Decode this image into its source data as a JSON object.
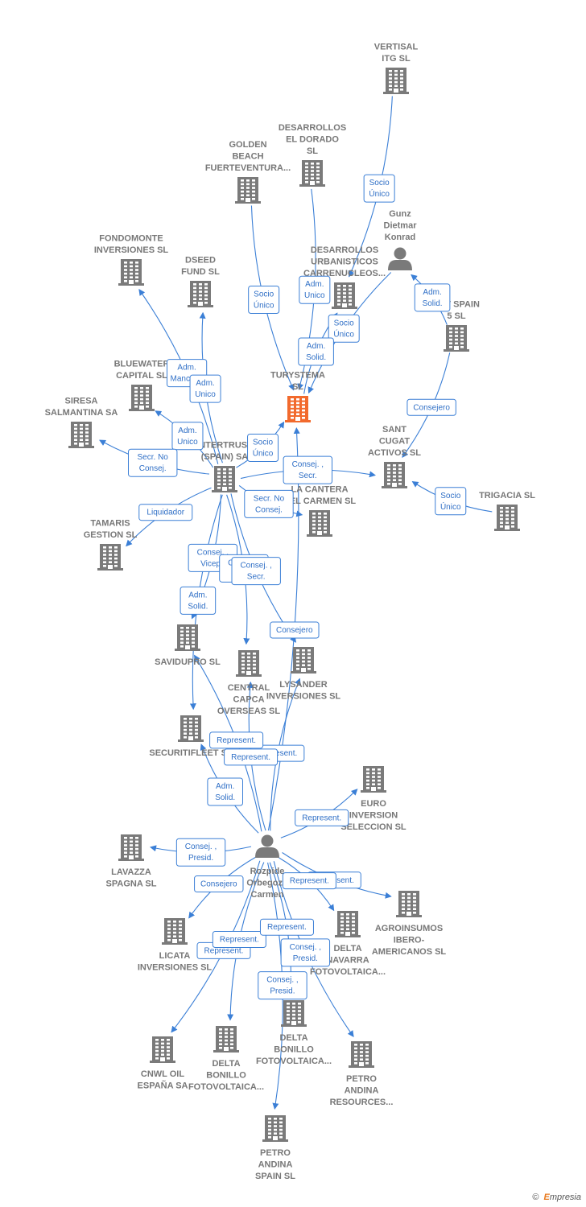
{
  "colors": {
    "building": "#7a7a7a",
    "building_highlight": "#f26a2d",
    "person": "#7a7a7a",
    "edge": "#3b7fd6",
    "label": "#777777",
    "brand_accent": "#e8791e"
  },
  "nodes": [
    {
      "id": "vertisal",
      "type": "building",
      "label": [
        "VERTISAL",
        "ITG  SL"
      ]
    },
    {
      "id": "desarrollos_dorado",
      "type": "building",
      "label": [
        "DESARROLLOS",
        "EL DORADO",
        "SL"
      ]
    },
    {
      "id": "golden_beach",
      "type": "building",
      "label": [
        "GOLDEN",
        "BEACH",
        "FUERTEVENTURA..."
      ]
    },
    {
      "id": "gunz",
      "type": "person",
      "label": [
        "Gunz",
        "Dietmar",
        "Konrad"
      ]
    },
    {
      "id": "desarrollos_urb",
      "type": "building",
      "label": [
        "DESARROLLOS",
        "URBANISTICOS",
        "CARRENUCLEOS..."
      ]
    },
    {
      "id": "fondomonte",
      "type": "building",
      "label": [
        "FONDOMONTE",
        "INVERSIONES SL"
      ]
    },
    {
      "id": "dseed",
      "type": "building",
      "label": [
        "DSEED",
        "FUND  SL"
      ]
    },
    {
      "id": "spv_spain",
      "type": "building",
      "label": [
        "SPV SPAIN",
        "5  SL"
      ]
    },
    {
      "id": "target",
      "type": "building",
      "highlight": true,
      "label": [
        "TURYSTEMA",
        "SL"
      ]
    },
    {
      "id": "bluewater",
      "type": "building",
      "label": [
        "BLUEWATER",
        "CAPITAL SL"
      ]
    },
    {
      "id": "siresa",
      "type": "building",
      "label": [
        "SIRESA",
        "SALMANTINA SA"
      ]
    },
    {
      "id": "intertrust",
      "type": "building",
      "label": [
        "INTERTRUST",
        "(SPAIN) SA"
      ]
    },
    {
      "id": "sant_cugat",
      "type": "building",
      "label": [
        "SANT",
        "CUGAT",
        "ACTIVOS  SL"
      ]
    },
    {
      "id": "trigacia",
      "type": "building",
      "label": [
        "TRIGACIA  SL"
      ]
    },
    {
      "id": "carmen",
      "type": "building",
      "label": [
        "LA CANTERA",
        "DEL CARMEN SL"
      ]
    },
    {
      "id": "tamaris",
      "type": "building",
      "label": [
        "TAMARIS",
        "GESTION SL"
      ]
    },
    {
      "id": "savidupro",
      "type": "building",
      "label": [
        "SAVIDUPRO SL"
      ]
    },
    {
      "id": "central_capca",
      "type": "building",
      "label": [
        "CENTRAL",
        "CAPCA",
        "OVERSEAS SL"
      ]
    },
    {
      "id": "lysander",
      "type": "building",
      "label": [
        "LYSANDER",
        "INVERSIONES SL"
      ]
    },
    {
      "id": "securitifleet",
      "type": "building",
      "label": [
        "SECURITIFLEET SL"
      ]
    },
    {
      "id": "euro_inversion",
      "type": "building",
      "label": [
        "EURO",
        "INVERSION",
        "SELECCION SL"
      ]
    },
    {
      "id": "lavazza",
      "type": "building",
      "label": [
        "LAVAZZA",
        "SPAGNA SL"
      ]
    },
    {
      "id": "rozpide",
      "type": "person",
      "label": [
        "Rozpide",
        "Orbegozo",
        "Carmen"
      ]
    },
    {
      "id": "agroinsumos",
      "type": "building",
      "label": [
        "AGROINSUMOS",
        "IBERO-",
        "AMERICANOS SL"
      ]
    },
    {
      "id": "licata",
      "type": "building",
      "label": [
        "LICATA",
        "INVERSIONES SL"
      ]
    },
    {
      "id": "delta_navarra",
      "type": "building",
      "label": [
        "DELTA",
        "NAVARRA",
        "FOTOVOLTAICA..."
      ]
    },
    {
      "id": "cnwl",
      "type": "building",
      "label": [
        "CNWL OIL",
        "ESPAÑA SA"
      ]
    },
    {
      "id": "delta_bonillo1",
      "type": "building",
      "label": [
        "DELTA",
        "BONILLO",
        "FOTOVOLTAICA..."
      ]
    },
    {
      "id": "delta_bonillo2",
      "type": "building",
      "label": [
        "DELTA",
        "BONILLO",
        "FOTOVOLTAICA..."
      ]
    },
    {
      "id": "petro_resources",
      "type": "building",
      "label": [
        "PETRO",
        "ANDINA",
        "RESOURCES..."
      ]
    },
    {
      "id": "petro_spain",
      "type": "building",
      "label": [
        "PETRO",
        "ANDINA",
        "SPAIN SL"
      ]
    }
  ],
  "edges": [
    {
      "from": "vertisal",
      "to": "desarrollos_urb",
      "label": [
        "Socio",
        "Único"
      ]
    },
    {
      "from": "golden_beach",
      "to": "target",
      "label": [
        "Socio",
        "Único"
      ]
    },
    {
      "from": "desarrollos_dorado",
      "to": "target",
      "label": [
        "Adm.",
        "Unico"
      ]
    },
    {
      "from": "gunz",
      "to": "target",
      "label": [
        "Socio",
        "Único"
      ]
    },
    {
      "from": "target",
      "to": "desarrollos_urb",
      "label": [
        "Adm.",
        "Solid."
      ]
    },
    {
      "from": "spv_spain",
      "to": "gunz",
      "label": [
        "Adm.",
        "Solid."
      ]
    },
    {
      "from": "spv_spain",
      "to": "sant_cugat",
      "label": [
        "Consejero"
      ]
    },
    {
      "from": "intertrust",
      "to": "fondomonte",
      "label": [
        "Adm.",
        "Mancom."
      ]
    },
    {
      "from": "intertrust",
      "to": "dseed",
      "label": [
        "Adm.",
        "Unico"
      ]
    },
    {
      "from": "intertrust",
      "to": "bluewater",
      "label": [
        "Adm.",
        "Unico"
      ]
    },
    {
      "from": "intertrust",
      "to": "siresa",
      "label": [
        "Secr.  No",
        "Consej."
      ]
    },
    {
      "from": "intertrust",
      "to": "target",
      "label": [
        "Socio",
        "Único"
      ]
    },
    {
      "from": "intertrust",
      "to": "sant_cugat",
      "label": [
        "Consej. ,",
        "Secr."
      ]
    },
    {
      "from": "intertrust",
      "to": "carmen",
      "label": [
        "Secr.  No",
        "Consej."
      ]
    },
    {
      "from": "trigacia",
      "to": "sant_cugat",
      "label": [
        "Socio",
        "Único"
      ]
    },
    {
      "from": "intertrust",
      "to": "tamaris",
      "label": [
        "Liquidador"
      ]
    },
    {
      "from": "intertrust",
      "to": "savidupro",
      "label": [
        "Consej. ,",
        "Vicepr."
      ]
    },
    {
      "from": "intertrust",
      "to": "securitifleet",
      "label": [
        "Adm.",
        "Solid."
      ]
    },
    {
      "from": "intertrust",
      "to": "central_capca",
      "label": [
        "Consej. ,",
        "Vicepr."
      ]
    },
    {
      "from": "intertrust",
      "to": "lysander",
      "label": [
        "Consej. ,",
        "Secr."
      ]
    },
    {
      "from": "rozpide",
      "to": "lysander",
      "label": [
        "Represent."
      ]
    },
    {
      "from": "rozpide",
      "to": "savidupro",
      "label": [
        "Represent."
      ]
    },
    {
      "from": "rozpide",
      "to": "central_capca",
      "label": [
        "Represent."
      ]
    },
    {
      "from": "rozpide",
      "to": "target",
      "label": [
        "Consejero"
      ]
    },
    {
      "from": "rozpide",
      "to": "securitifleet",
      "label": [
        "Adm.",
        "Solid."
      ]
    },
    {
      "from": "rozpide",
      "to": "euro_inversion",
      "label": [
        "Represent."
      ]
    },
    {
      "from": "rozpide",
      "to": "lavazza",
      "label": [
        "Consej. ,",
        "Presid."
      ]
    },
    {
      "from": "rozpide",
      "to": "agroinsumos",
      "label": [
        "Represent."
      ]
    },
    {
      "from": "rozpide",
      "to": "delta_navarra",
      "label": [
        "Represent."
      ]
    },
    {
      "from": "rozpide",
      "to": "licata",
      "label": [
        "Consejero"
      ]
    },
    {
      "from": "rozpide",
      "to": "cnwl",
      "label": [
        "Represent."
      ]
    },
    {
      "from": "rozpide",
      "to": "delta_bonillo1",
      "label": [
        "Represent."
      ]
    },
    {
      "from": "rozpide",
      "to": "delta_bonillo2",
      "label": [
        "Represent."
      ]
    },
    {
      "from": "rozpide",
      "to": "petro_resources",
      "label": [
        "Consej. ,",
        "Presid."
      ]
    },
    {
      "from": "rozpide",
      "to": "petro_spain",
      "label": [
        "Consej. ,",
        "Presid."
      ]
    }
  ],
  "footer": {
    "copyright": "©",
    "brand_first": "E",
    "brand_rest": "mpresia"
  }
}
